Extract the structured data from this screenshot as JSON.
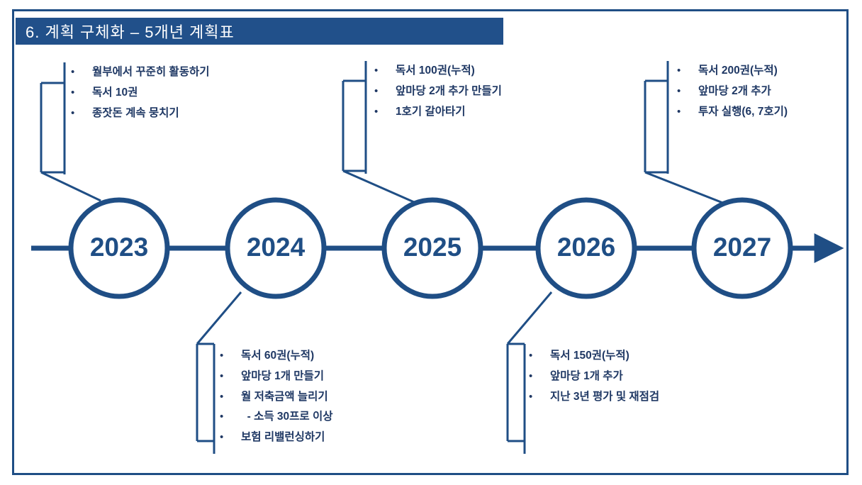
{
  "slide": {
    "title": "6. 계획 구체화 – 5개년 계획표",
    "accent_color": "#1F4E85",
    "title_bar_color": "#21508A",
    "text_color": "#1F3864",
    "background_color": "#FFFFFF",
    "bullet_glyph": "•"
  },
  "timeline": {
    "arrow_label": "timeline-arrow",
    "milestones": [
      {
        "year": "2023",
        "position": "above",
        "items": [
          "월부에서 꾸준히 활동하기",
          "독서 10권",
          "종잣돈 계속 뭉치기"
        ]
      },
      {
        "year": "2024",
        "position": "below",
        "items": [
          "독서 60권(누적)",
          "앞마당 1개 만들기",
          "월 저축금액 늘리기",
          "  - 소득 30프로 이상",
          "보험 리밸런싱하기"
        ]
      },
      {
        "year": "2025",
        "position": "above",
        "items": [
          "독서 100권(누적)",
          "앞마당 2개 추가 만들기",
          "1호기 갈아타기"
        ]
      },
      {
        "year": "2026",
        "position": "below",
        "items": [
          "독서 150권(누적)",
          "앞마당 1개 추가",
          "지난 3년 평가 및 재점검"
        ]
      },
      {
        "year": "2027",
        "position": "above",
        "items": [
          "독서 200권(누적)",
          "앞마당 2개 추가",
          "투자 실행(6, 7호기)"
        ]
      }
    ]
  }
}
